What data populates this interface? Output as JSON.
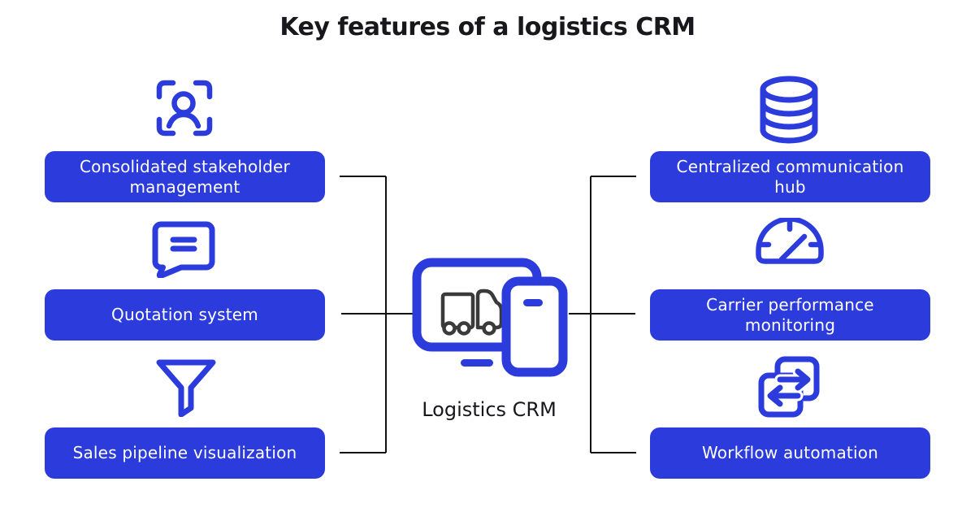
{
  "title": "Key features of a logistics CRM",
  "center": {
    "label": "Logistics CRM",
    "icon": "monitor-phone-truck-icon"
  },
  "features": {
    "left": [
      {
        "label": "Consolidated stakeholder management",
        "icon": "stakeholder-focus-icon"
      },
      {
        "label": "Quotation system",
        "icon": "quote-message-icon"
      },
      {
        "label": "Sales pipeline visualization",
        "icon": "funnel-icon"
      }
    ],
    "right": [
      {
        "label": "Centralized communication hub",
        "icon": "database-icon"
      },
      {
        "label": "Carrier performance monitoring",
        "icon": "gauge-icon"
      },
      {
        "label": "Workflow automation",
        "icon": "workflow-sync-icon"
      }
    ]
  },
  "colors": {
    "accent": "#2B3BDC",
    "box_text": "#FFFFFF",
    "line": "#111111",
    "title_text": "#17171C",
    "truck": "#3A3A3A",
    "background": "#FFFFFF"
  }
}
